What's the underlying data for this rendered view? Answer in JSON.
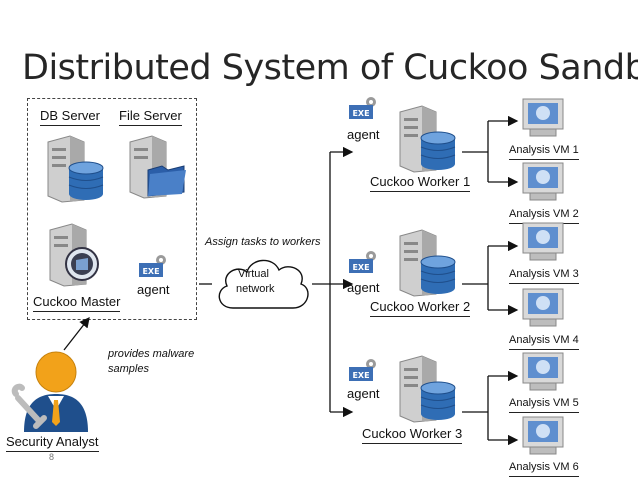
{
  "title": "Distributed System of Cuckoo Sandbox",
  "master_group": {
    "db_server": "DB Server",
    "file_server": "File Server",
    "agent": "agent",
    "cuckoo_master": "Cuckoo Master"
  },
  "assign_tasks": "Assign tasks to workers",
  "network": {
    "line1": "Virtual",
    "line2": "network"
  },
  "provides": {
    "line1": "provides malware",
    "line2": "samples"
  },
  "security_analyst": "Security Analyst",
  "page_number": "8",
  "workers": [
    {
      "agent": "agent",
      "name": "Cuckoo Worker 1"
    },
    {
      "agent": "agent",
      "name": "Cuckoo Worker 2"
    },
    {
      "agent": "agent",
      "name": "Cuckoo Worker 3"
    }
  ],
  "vms": [
    "Analysis VM 1",
    "Analysis VM 2",
    "Analysis VM 3",
    "Analysis VM 4",
    "Analysis VM 5",
    "Analysis VM 6"
  ],
  "exe_label": "EXE",
  "colors": {
    "title": "#262626",
    "server_gray": "#c9c9c9",
    "disk_blue": "#2f6db5",
    "folder_blue": "#2b5ea8",
    "person_orange": "#f2a21a",
    "person_suit": "#1f4f8c"
  }
}
